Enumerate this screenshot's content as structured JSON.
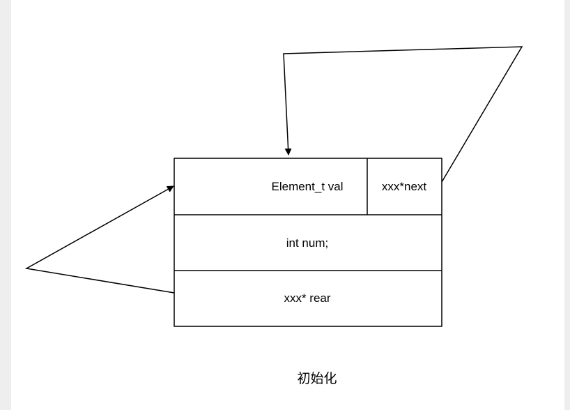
{
  "diagram": {
    "cells": {
      "val": "Element_t val",
      "next": "xxx*next",
      "num": "int num;",
      "rear": "xxx* rear"
    },
    "caption": "初始化",
    "colors": {
      "stroke": "#000000",
      "background": "#ffffff",
      "edge": "#eeeeee"
    }
  }
}
